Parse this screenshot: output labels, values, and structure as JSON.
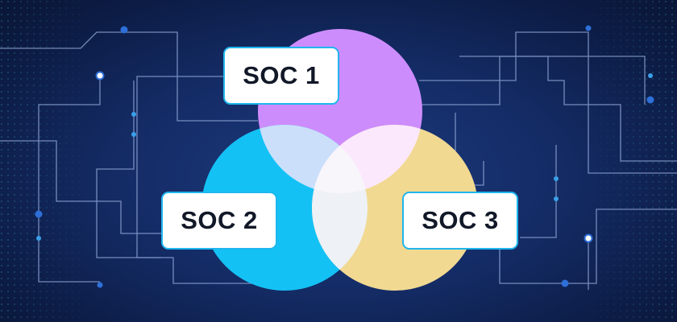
{
  "labels": {
    "soc1": "SOC 1",
    "soc2": "SOC 2",
    "soc3": "SOC 3"
  },
  "colors": {
    "soc1": "#cd8cfc",
    "soc2": "#14c1f5",
    "soc3": "#f1d992",
    "border": "#1fb6ee",
    "background": "#142c66"
  }
}
